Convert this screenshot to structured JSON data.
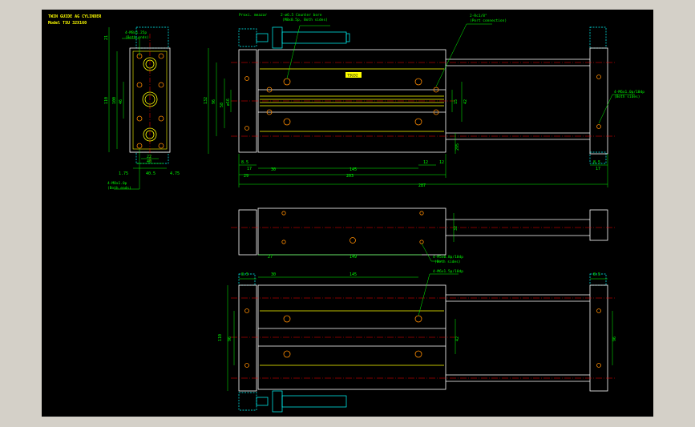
{
  "title_block": {
    "line1": "TWIN GUIDE AG CYLINDER",
    "line2": "Model TSU 32X160"
  },
  "colors": {
    "background_outer": "#d4d0c8",
    "drawing_bg": "#000000",
    "outline": "#ffffff",
    "dimension": "#00ff00",
    "centerline": "#ff0000",
    "hidden": "#00ffff",
    "hole": "#ff8c00",
    "highlight": "#ffff00"
  },
  "end_view": {
    "top_note": "4-M8x1.25p",
    "top_note_sub": "(Both ends)",
    "bottom_note": "4-M8x1.0p",
    "bottom_note_sub": "(Both ends)",
    "dims": {
      "overall_height": "110",
      "inner_height": "100",
      "pitch": "46",
      "top_offset": "21",
      "width_small": "22",
      "width_mid": "40",
      "width_bottom": "40.5",
      "edge_left": "1.75",
      "edge_right": "4.75"
    }
  },
  "top_view": {
    "notes": {
      "proximity": "Proxi. meazar",
      "counter_bore": "2-ø6.5 Counter bore",
      "counter_bore_sub": "(M8x0.5p, Both sides)",
      "port": "2-Rc1/8\"",
      "port_sub": "(Port connection)",
      "tap": "4-M6x1.0p/10dp",
      "tap_sub": "(Both sides)"
    },
    "label_plate": "TSU32",
    "dims": {
      "height_main": "132",
      "height_inner": "96",
      "height_small": "58",
      "rod_dia": "ø16",
      "d15": "15",
      "d42": "42",
      "stroke_rod": "295",
      "d8_5_left": "8.5",
      "d17_left": "17",
      "d30": "30",
      "d145": "145",
      "d12_a": "12",
      "d12_b": "12",
      "d8_5_right": "8.5",
      "d17_right": "17",
      "d29": "29",
      "d203": "203",
      "overall": "287"
    }
  },
  "side_view": {
    "note": "4-M5x0.8p/10dp",
    "note_sub": "(Both sides)",
    "dims": {
      "d27": "27",
      "d149": "149",
      "d32": "32"
    }
  },
  "bottom_view": {
    "note": "4-M6x1.5p/10dp",
    "dims": {
      "d8_5_left": "8.5",
      "d30": "30",
      "d145": "145",
      "d8_5_right": "8.5",
      "height": "110",
      "d96_left": "96",
      "d96_right": "96",
      "d42": "42"
    }
  }
}
